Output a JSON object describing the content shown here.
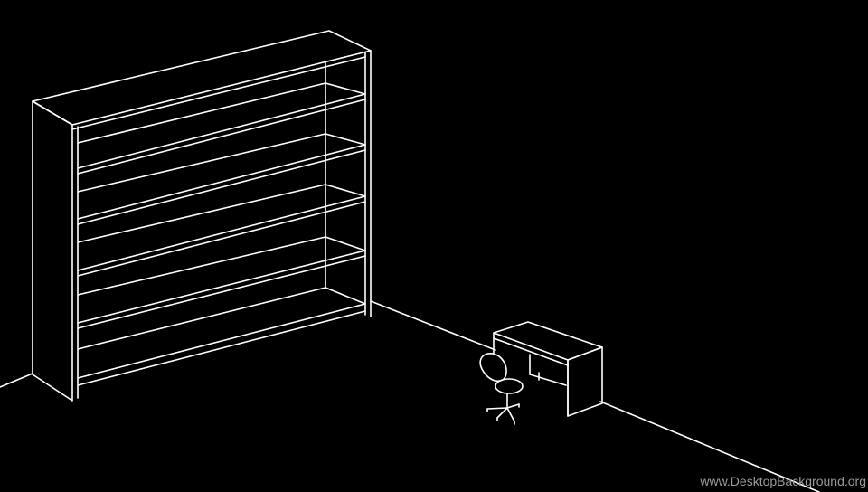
{
  "scene": {
    "background": "#000000",
    "line_color": "#ffffff",
    "objects": [
      "empty-bookshelf",
      "desk",
      "office-chair",
      "floor-edge"
    ]
  },
  "watermark": {
    "text": "www.DesktopBackground.org",
    "color": "#9a9a9a"
  }
}
